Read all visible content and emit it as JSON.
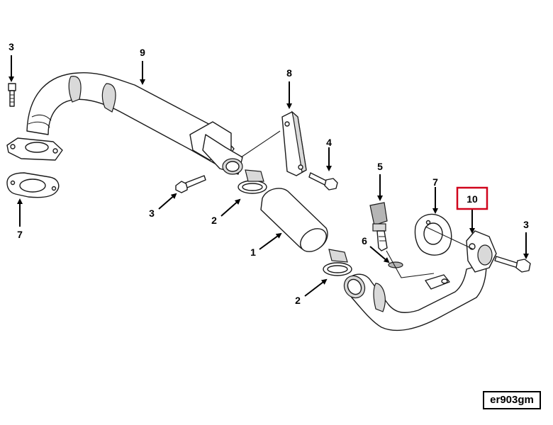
{
  "callouts": {
    "c1": "1",
    "c2a": "2",
    "c2b": "2",
    "c3a": "3",
    "c3b": "3",
    "c3c": "3",
    "c4": "4",
    "c5": "5",
    "c6": "6",
    "c7a": "7",
    "c7b": "7",
    "c8": "8",
    "c9": "9",
    "c10": "10"
  },
  "reference_code": "er903gm",
  "highlight_color": "#d0021b"
}
